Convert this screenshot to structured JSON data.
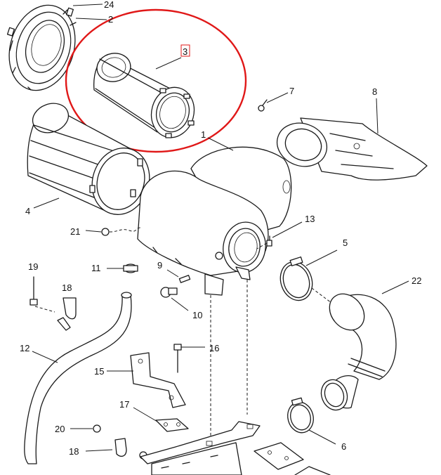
{
  "highlight": {
    "part": "3",
    "color": "#e01818"
  },
  "callouts": {
    "c24": "24",
    "c2": "2",
    "c3": "3",
    "c7": "7",
    "c8": "8",
    "c1": "1",
    "c4": "4",
    "c13": "13",
    "c21": "21",
    "c5": "5",
    "c19": "19",
    "c11": "11",
    "c9": "9",
    "c22": "22",
    "c18a": "18",
    "c10": "10",
    "c12": "12",
    "c16": "16",
    "c15": "15",
    "c17": "17",
    "c20": "20",
    "c6": "6",
    "c18b": "18"
  }
}
